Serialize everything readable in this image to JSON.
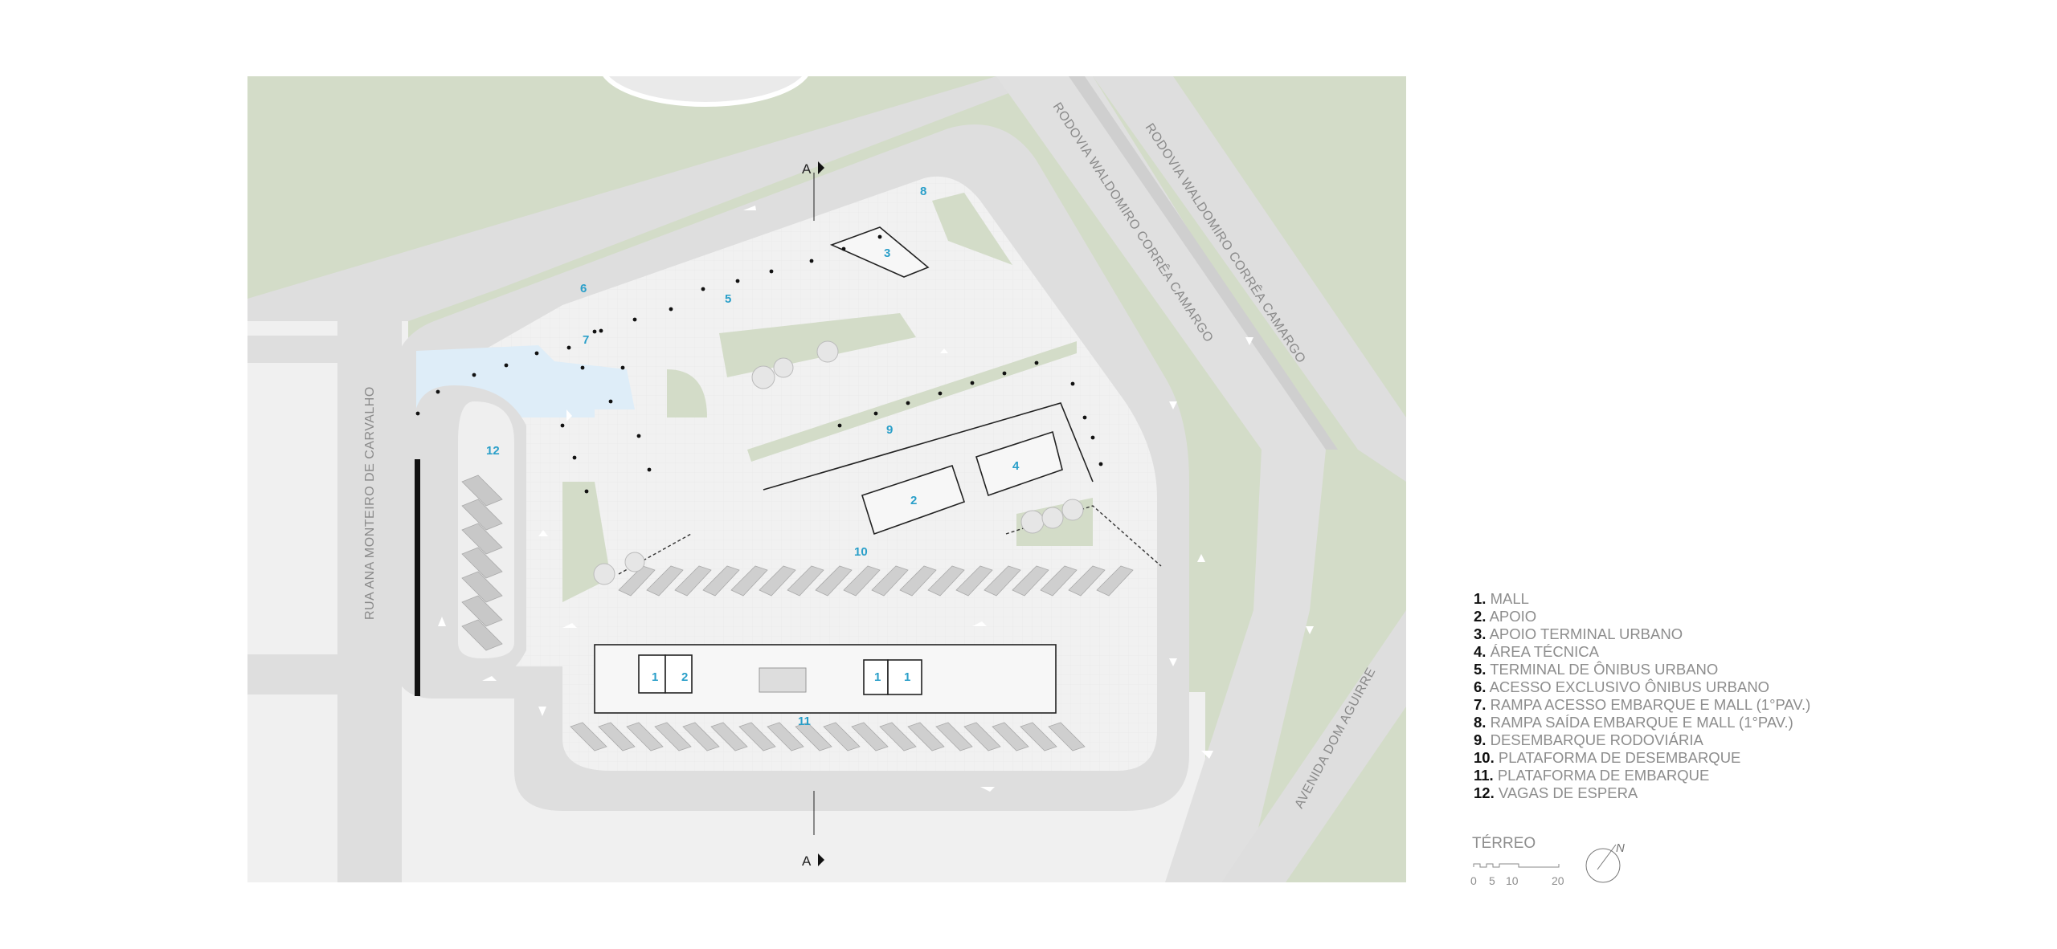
{
  "plan": {
    "area_labels": [
      "1",
      "2",
      "3",
      "4",
      "5",
      "6",
      "7",
      "8",
      "9",
      "10",
      "11",
      "12"
    ],
    "roads": {
      "rodovia_1": "RODOVIA WALDOMIRO CORRÊA CAMARGO",
      "rodovia_2": "RODOVIA WALDOMIRO CORRÊA CAMARGO",
      "rua": "RUA ANA MONTEIRO DE CARVALHO",
      "avenida": "AVENIDA DOM AGUIRRE"
    },
    "section_marker": "A",
    "colors": {
      "green": "#d3dcc8",
      "road": "#dedede",
      "paving": "#efefef",
      "water_blue": "#deedf8",
      "label_blue": "#2a9fc9"
    }
  },
  "legend": [
    {
      "num": "1.",
      "text": "MALL"
    },
    {
      "num": "2.",
      "text": "APOIO"
    },
    {
      "num": "3.",
      "text": "APOIO TERMINAL URBANO"
    },
    {
      "num": "4.",
      "text": "ÁREA TÉCNICA"
    },
    {
      "num": "5.",
      "text": "TERMINAL DE ÔNIBUS URBANO"
    },
    {
      "num": "6.",
      "text": "ACESSO EXCLUSIVO ÔNIBUS URBANO"
    },
    {
      "num": "7.",
      "text": "RAMPA ACESSO EMBARQUE E MALL (1°PAV.)"
    },
    {
      "num": "8.",
      "text": "RAMPA SAÍDA EMBARQUE  E MALL (1°PAV.)"
    },
    {
      "num": "9.",
      "text": "DESEMBARQUE RODOVIÁRIA"
    },
    {
      "num": "10.",
      "text": "PLATAFORMA DE DESEMBARQUE"
    },
    {
      "num": "11.",
      "text": "PLATAFORMA DE EMBARQUE"
    },
    {
      "num": "12.",
      "text": "VAGAS DE ESPERA"
    }
  ],
  "floor_label": "TÉRREO",
  "scale": {
    "ticks": [
      "0",
      "5",
      "10",
      "20"
    ]
  },
  "north_label": "N"
}
